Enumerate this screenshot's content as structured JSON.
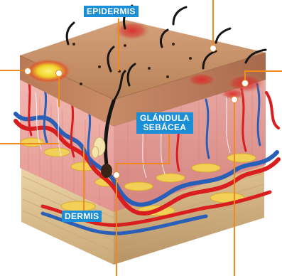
{
  "labels": {
    "epidermis": "EPIDERMIS",
    "glandula_line1": "GLÁNDULA",
    "glandula_line2": "SEBÁCEA",
    "dermis": "DERMIS"
  },
  "colors": {
    "label_background": "#1a8fd8",
    "leader_line": "#f08a1c",
    "skin_surface": "#c9946a",
    "dermis": "#e9a9a6",
    "fat": "#f2d05a",
    "artery": "#d81e1e",
    "vein": "#2a5fb8",
    "subcutis": "#e3c89a"
  },
  "icons": [
    "hair-icon",
    "inflamed-pore-icon",
    "pimple-icon",
    "marker-dot-icon"
  ]
}
